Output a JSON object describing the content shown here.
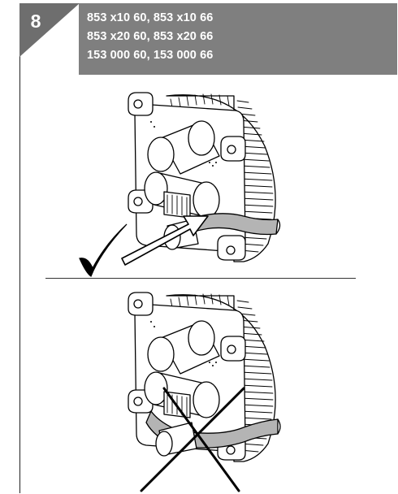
{
  "step": {
    "number": "8"
  },
  "header": {
    "lines": [
      "853 x10 60, 853 x10 66",
      "853 x20 60, 853 x20 66",
      "153 000 60, 153 000 66"
    ]
  },
  "colors": {
    "header_bg": "#7f7f7f",
    "step_tab_bg": "#6e6e6e",
    "line": "#000000",
    "cable_fill": "#b4b4b4"
  },
  "icons": {
    "correct": "check-mark-icon",
    "incorrect": "cross-mark-icon",
    "direction": "arrow-icon"
  }
}
